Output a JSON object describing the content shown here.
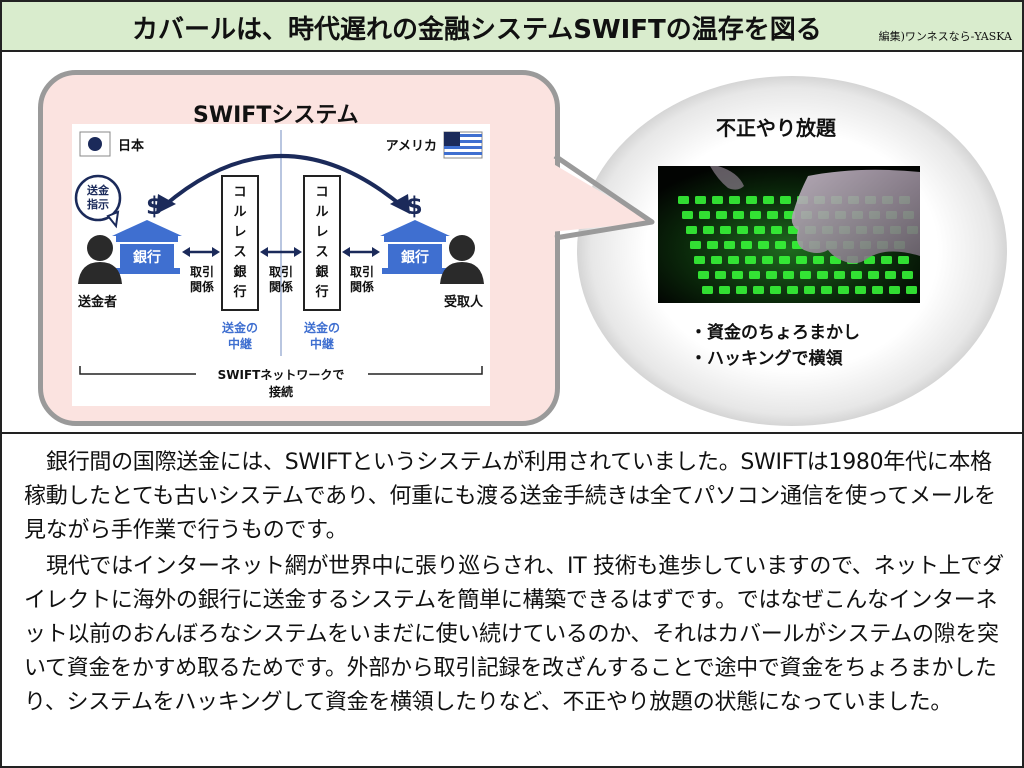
{
  "header": {
    "title": "カバールは、時代遅れの金融システムSWIFTの温存を図る",
    "credit": "編集)ワンネスなら-YASKA"
  },
  "diagram": {
    "title": "SWIFTシステム",
    "country_left": "日本",
    "country_right": "アメリカ",
    "instruction_bubble": [
      "送金",
      "指示"
    ],
    "currency_symbol": "$",
    "bank_label": "銀行",
    "correspondent_bank": [
      "コ",
      "ル",
      "レ",
      "ス",
      "銀",
      "行"
    ],
    "relation_label": [
      "取引",
      "関係"
    ],
    "relay_label": [
      "送金の",
      "中継"
    ],
    "sender": "送金者",
    "receiver": "受取人",
    "network_label": [
      "SWIFTネットワークで",
      "接続"
    ]
  },
  "fraud": {
    "title": "不正やり放題",
    "bullets": [
      "・資金のちょろまかし",
      "・ハッキングで横領"
    ]
  },
  "body": {
    "paragraphs": [
      "銀行間の国際送金には、SWIFTというシステムが利用されていました。SWIFTは1980年代に本格稼動したとても古いシステムであり、何重にも渡る送金手続きは全てパソコン通信を使ってメールを見ながら手作業で行うものです。",
      "現代ではインターネット網が世界中に張り巡らされ、IT 技術も進歩していますので、ネット上でダイレクトに海外の銀行に送金するシステムを簡単に構築できるはずです。ではなぜこんなインターネット以前のおんぼろなシステムをいまだに使い続けているのか、それはカバールがシステムの隙を突いて資金をかすめ取るためです。外部から取引記録を改ざんすることで途中で資金をちょろまかしたり、システムをハッキングして資金を横領したりなど、不正やり放題の状態になっていました。"
    ]
  },
  "colors": {
    "header_bg": "#d9eccd",
    "bubble_bg": "#fbe3e0",
    "bank_blue": "#3f6fd0",
    "navy": "#1b2a5a",
    "keyboard_green": "#39ff3a"
  }
}
